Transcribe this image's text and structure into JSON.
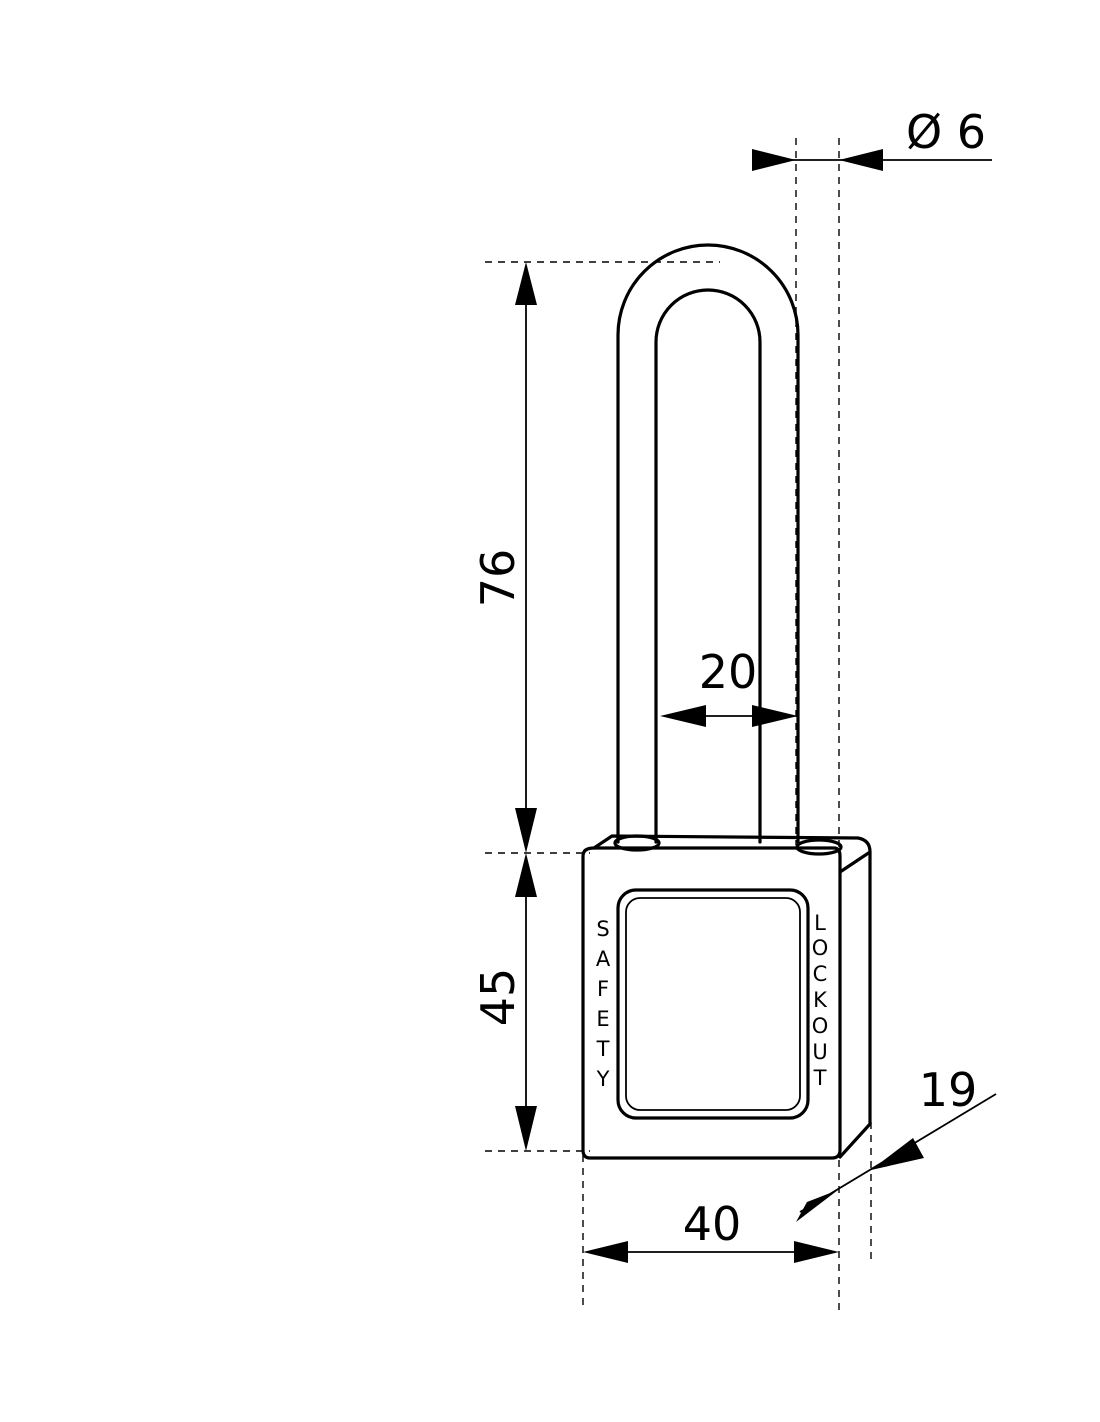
{
  "dimensions": {
    "shackle_height": "76",
    "shackle_clearance": "20",
    "shackle_diameter": "Ø 6",
    "body_height": "45",
    "body_width": "40",
    "body_depth": "19"
  },
  "labels": {
    "left_side": [
      "S",
      "A",
      "F",
      "E",
      "T",
      "Y"
    ],
    "right_side": [
      "L",
      "O",
      "C",
      "K",
      "O",
      "U",
      "T"
    ]
  }
}
